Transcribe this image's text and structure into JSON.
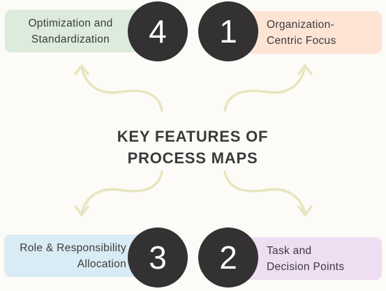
{
  "title": {
    "line1": "KEY FEATURES OF",
    "line2": "PROCESS MAPS"
  },
  "features": [
    {
      "number": "1",
      "line1": "Organization-",
      "line2": "Centric Focus",
      "color": "#fde4d5"
    },
    {
      "number": "2",
      "line1": "Task and",
      "line2": "Decision Points",
      "color": "#efddf2"
    },
    {
      "number": "3",
      "line1": "Role & Responsibility",
      "line2": "Allocation",
      "color": "#d9ebf4"
    },
    {
      "number": "4",
      "line1": "Optimization and",
      "line2": "Standardization",
      "color": "#dcebdc"
    }
  ],
  "colors": {
    "background": "#fcfbf7",
    "badge": "#333132",
    "arrow": "#e6e5be",
    "text": "#3a3a3a"
  }
}
